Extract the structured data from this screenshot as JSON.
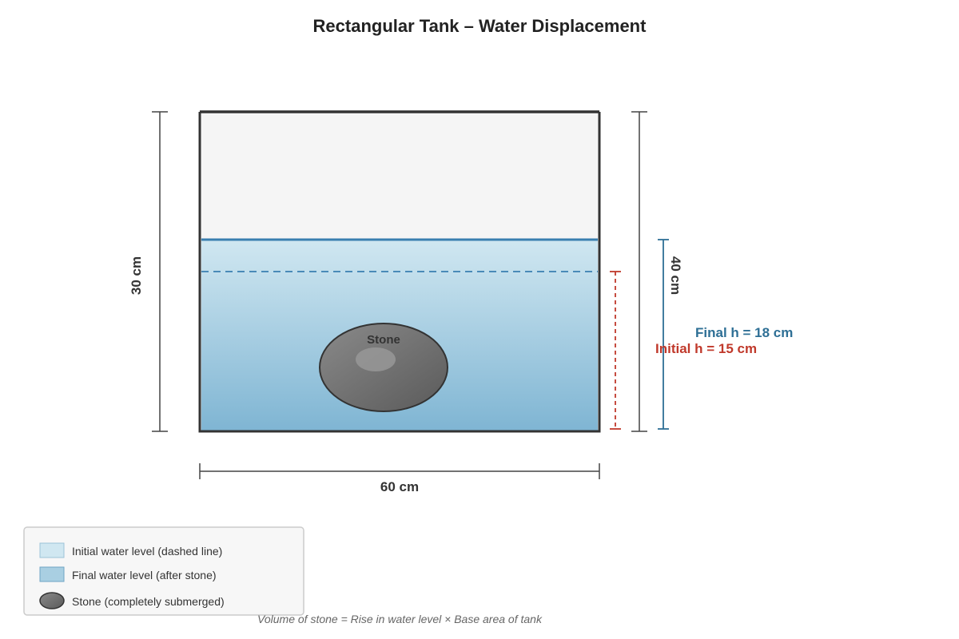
{
  "title": "Rectangular Tank – Water Displacement",
  "tank": {
    "width_label": "60 cm",
    "left_height_label": "30 cm",
    "right_height_label": "40 cm"
  },
  "water": {
    "initial_label": "Initial h = 15 cm",
    "final_label": "Final h = 18 cm"
  },
  "stone": {
    "label": "Stone"
  },
  "legend": {
    "items": [
      {
        "label": "Initial water level (dashed line)"
      },
      {
        "label": "Final water level (after stone)"
      },
      {
        "label": "Stone (completely submerged)"
      }
    ]
  },
  "footnote": "Volume of stone = Rise in water level × Base area of tank",
  "colors": {
    "initial_level": "#c0392b",
    "final_level": "#2e6f95",
    "water_top": "#d0e7f1",
    "water_bottom": "#7fb5d3",
    "stone": "#6b6b6b"
  }
}
